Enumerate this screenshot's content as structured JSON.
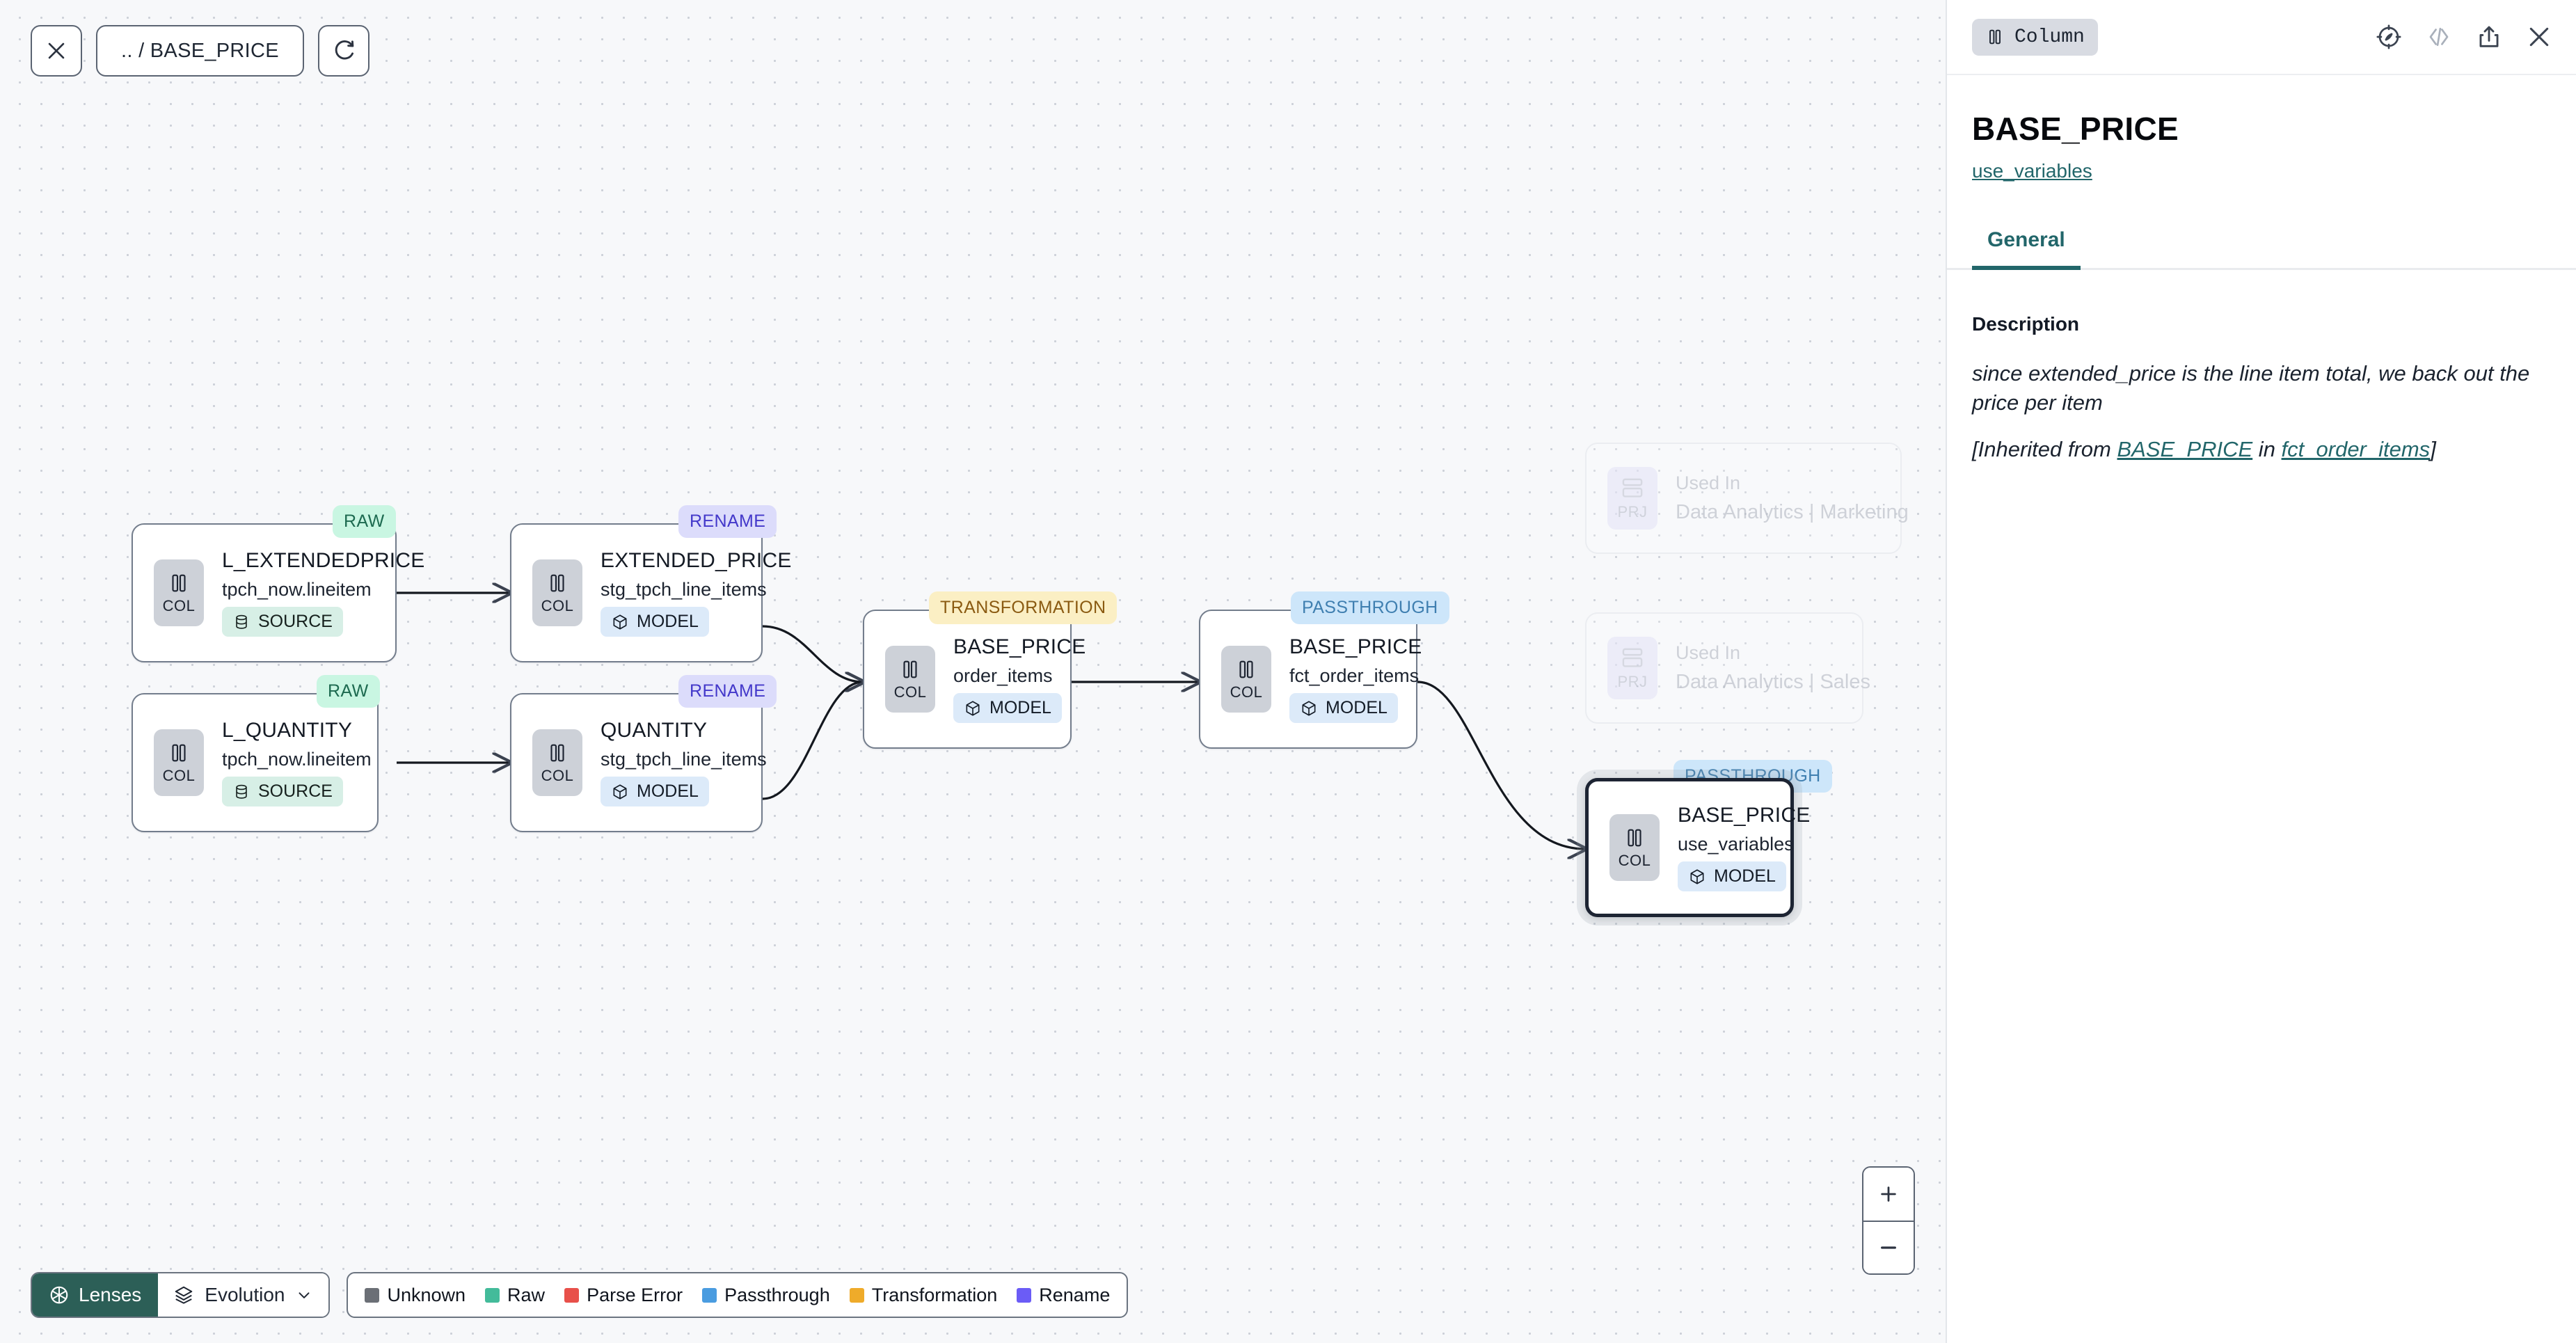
{
  "canvas_toolbar": {
    "close_label": "close-icon",
    "breadcrumb": ".. / BASE_PRICE",
    "refresh_label": "refresh-icon"
  },
  "graph": {
    "nodes": [
      {
        "id": "l_extendedprice",
        "title": "L_EXTENDEDPRICE",
        "subtitle": "tpch_now.lineitem",
        "chip": "COL",
        "type_label": "SOURCE",
        "type_kind": "source",
        "badge": "RAW",
        "badge_kind": "raw",
        "selected": false
      },
      {
        "id": "l_quantity",
        "title": "L_QUANTITY",
        "subtitle": "tpch_now.lineitem",
        "chip": "COL",
        "type_label": "SOURCE",
        "type_kind": "source",
        "badge": "RAW",
        "badge_kind": "raw",
        "selected": false
      },
      {
        "id": "extended_price",
        "title": "EXTENDED_PRICE",
        "subtitle": "stg_tpch_line_items",
        "chip": "COL",
        "type_label": "MODEL",
        "type_kind": "model",
        "badge": "RENAME",
        "badge_kind": "rename",
        "selected": false
      },
      {
        "id": "quantity",
        "title": "QUANTITY",
        "subtitle": "stg_tpch_line_items",
        "chip": "COL",
        "type_label": "MODEL",
        "type_kind": "model",
        "badge": "RENAME",
        "badge_kind": "rename",
        "selected": false
      },
      {
        "id": "base_price_order_items",
        "title": "BASE_PRICE",
        "subtitle": "order_items",
        "chip": "COL",
        "type_label": "MODEL",
        "type_kind": "model",
        "badge": "TRANSFORMATION",
        "badge_kind": "transformation",
        "selected": false
      },
      {
        "id": "base_price_fct_order_items",
        "title": "BASE_PRICE",
        "subtitle": "fct_order_items",
        "chip": "COL",
        "type_label": "MODEL",
        "type_kind": "model",
        "badge": "PASSTHROUGH",
        "badge_kind": "passthrough",
        "selected": false
      },
      {
        "id": "base_price_use_variables",
        "title": "BASE_PRICE",
        "subtitle": "use_variables",
        "chip": "COL",
        "type_label": "MODEL",
        "type_kind": "model",
        "badge": "PASSTHROUGH",
        "badge_kind": "passthrough",
        "selected": true
      }
    ],
    "ghost_cards": [
      {
        "id": "used_in_marketing",
        "chip": "PRJ",
        "top": "Used In",
        "bottom": "Data Analytics | Marketing"
      },
      {
        "id": "used_in_sales",
        "chip": "PRJ",
        "top": "Used In",
        "bottom": "Data Analytics | Sales"
      }
    ]
  },
  "bottom": {
    "lenses_label": "Lenses",
    "evolution_label": "Evolution",
    "legend": [
      {
        "label": "Unknown",
        "color": "#6b6f76"
      },
      {
        "label": "Raw",
        "color": "#43bb9a"
      },
      {
        "label": "Parse Error",
        "color": "#e8504a"
      },
      {
        "label": "Passthrough",
        "color": "#4a9ce0"
      },
      {
        "label": "Transformation",
        "color": "#efab2a"
      },
      {
        "label": "Rename",
        "color": "#6b5cf6"
      }
    ]
  },
  "zoom_controls": {
    "zoom_in": "+",
    "zoom_out": "—"
  },
  "panel": {
    "kind_label": "Column",
    "title": "BASE_PRICE",
    "parent_link": "use_variables",
    "tabs": [
      {
        "label": "General",
        "active": true
      }
    ],
    "description_label": "Description",
    "description_text": "since extended_price is the line item total, we back out the price per item",
    "inherited_prefix": "[Inherited from ",
    "inherited_link_1": "BASE_PRICE",
    "inherited_middle": " in ",
    "inherited_link_2": "fct_order_items",
    "inherited_suffix": "]",
    "icons": {
      "compass": "compass-icon",
      "code": "code-icon",
      "share": "share-icon",
      "close": "close-icon"
    }
  },
  "theme": {
    "teal": "#22666a",
    "lens_green": "#2c5f57",
    "canvas_bg": "#f7f8fa"
  }
}
